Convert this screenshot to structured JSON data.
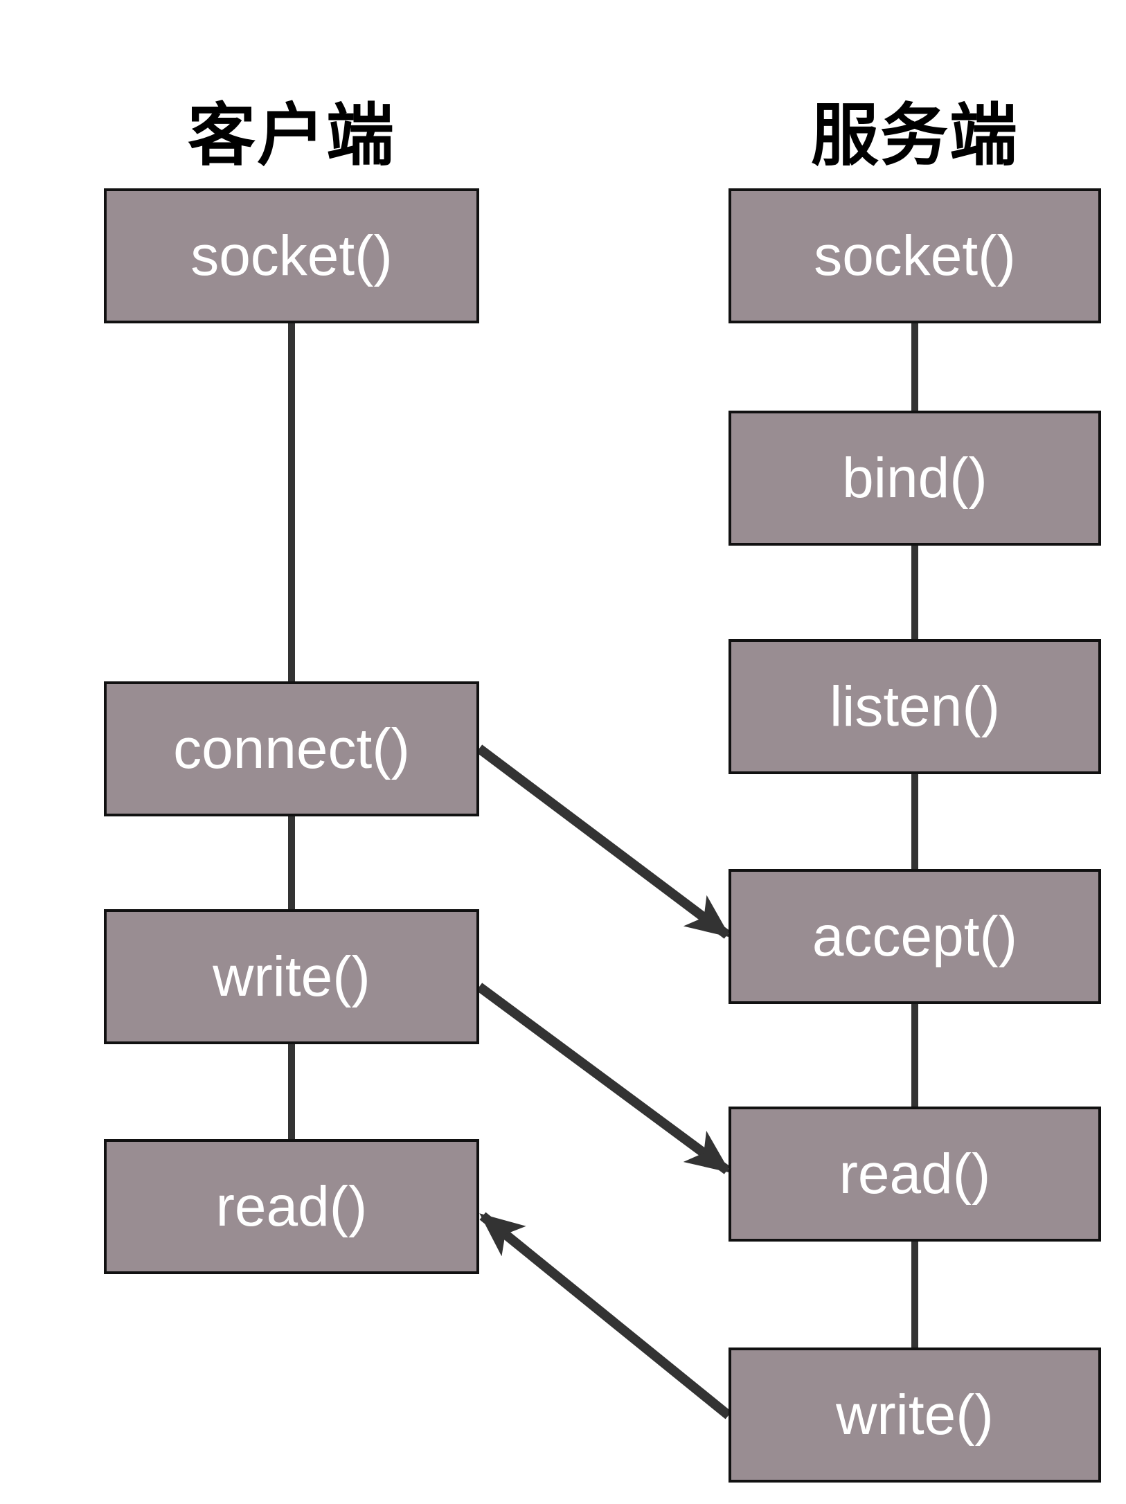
{
  "client": {
    "title": "客户端",
    "boxes": [
      {
        "label": "socket()"
      },
      {
        "label": "connect()"
      },
      {
        "label": "write()"
      },
      {
        "label": "read()"
      }
    ]
  },
  "server": {
    "title": "服务端",
    "boxes": [
      {
        "label": "socket()"
      },
      {
        "label": "bind()"
      },
      {
        "label": "listen()"
      },
      {
        "label": "accept()"
      },
      {
        "label": "read()"
      },
      {
        "label": "write()"
      }
    ]
  },
  "arrows": [
    {
      "from": "client connect()",
      "to": "server accept()"
    },
    {
      "from": "client write()",
      "to": "server read()"
    },
    {
      "from": "server write()",
      "to": "client read()"
    }
  ],
  "colors": {
    "box_fill": "#998d92",
    "box_border": "#111111",
    "box_text": "#ffffff",
    "title_text": "#000000",
    "connector": "#333333"
  }
}
